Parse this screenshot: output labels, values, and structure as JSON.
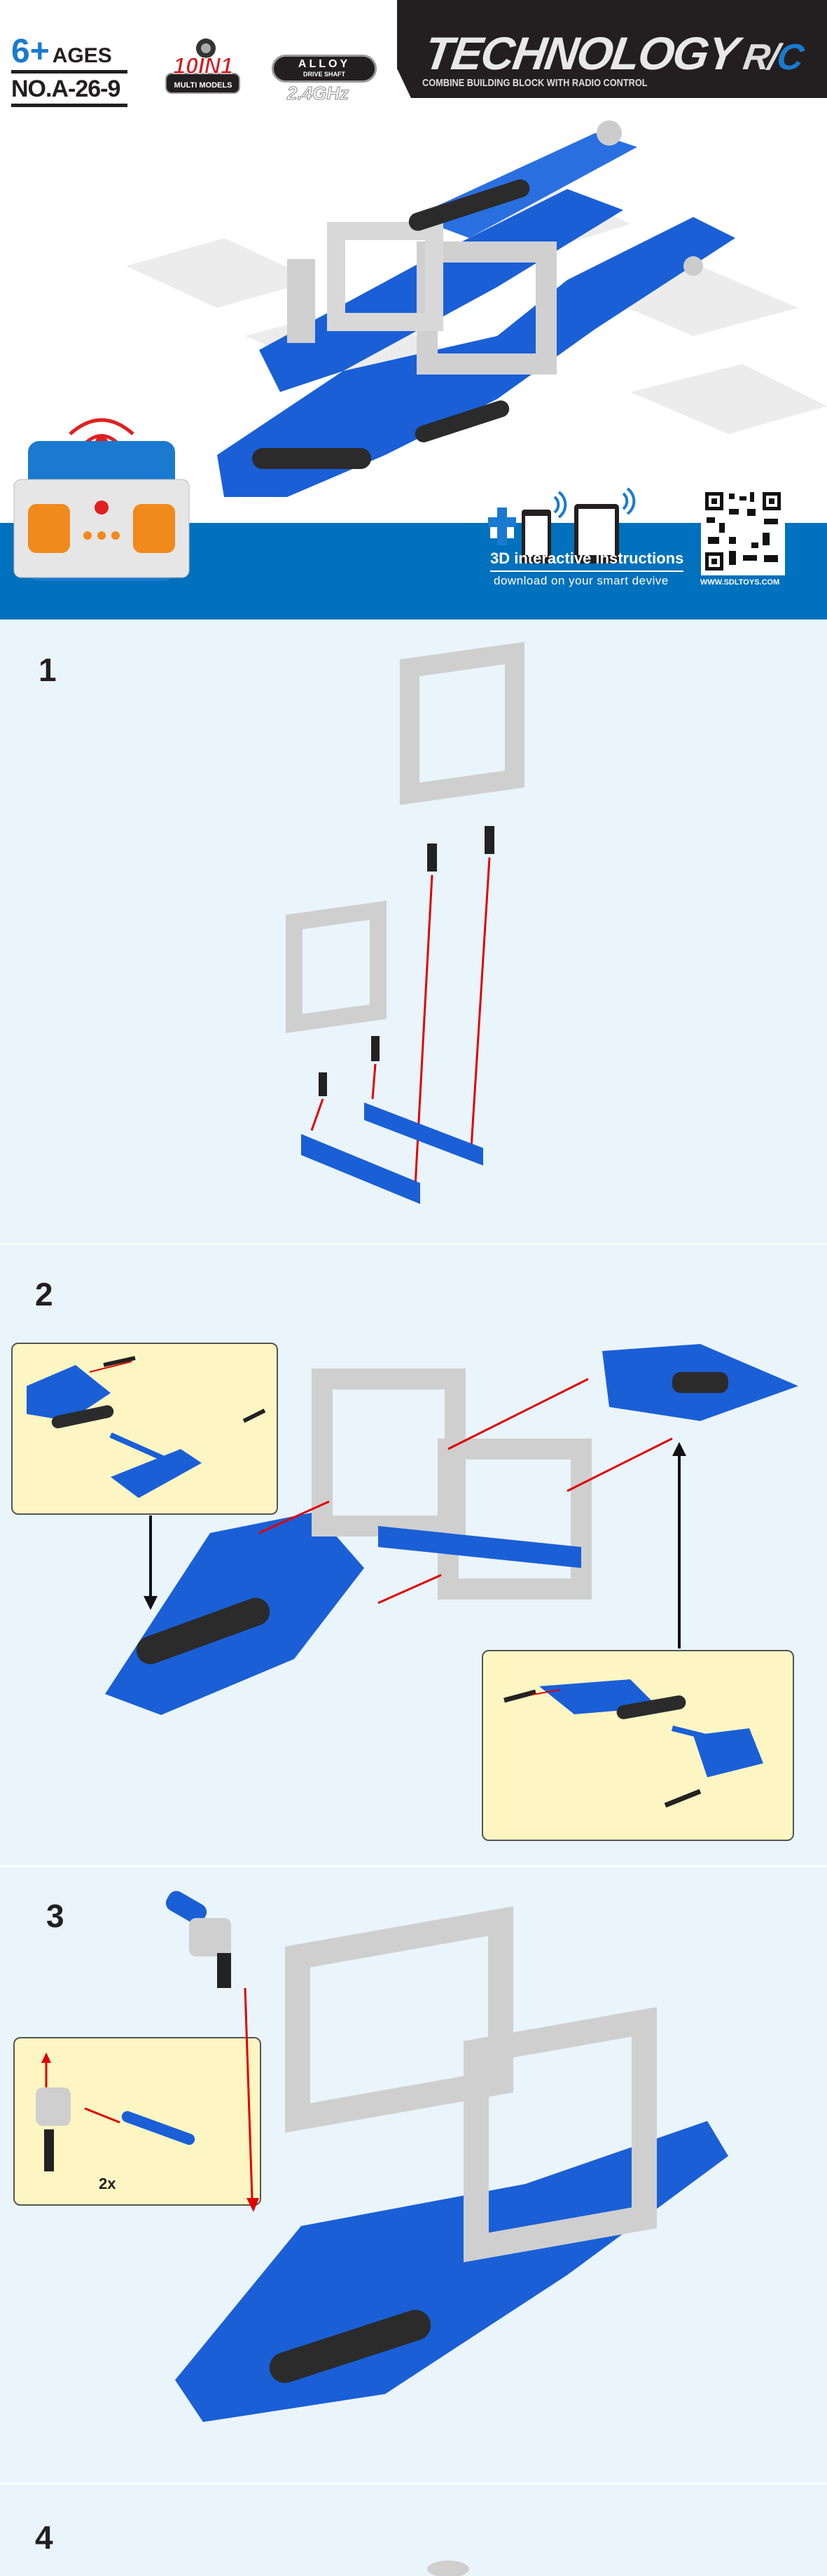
{
  "header": {
    "age_number": "6+",
    "age_label": "AGES",
    "model_number": "NO.A-26-9",
    "badge_models_top": "10IN1",
    "badge_models_bottom": "MULTI MODELS",
    "badge_alloy_top": "ALLOY",
    "badge_alloy_bottom": "DRIVE SHAFT",
    "frequency": "2.4GHz",
    "brand_title": "TECHNOLOGY",
    "brand_rc_r": "R/",
    "brand_rc_c": "C",
    "brand_subtitle": "COMBINE BUILDING BLOCK WITH RADIO CONTROL"
  },
  "app_promo": {
    "title": "3D interactive instructions",
    "subtitle": "download on your smart devive",
    "website": "WWW.SDLTOYS.COM"
  },
  "steps": [
    {
      "number": "1"
    },
    {
      "number": "2"
    },
    {
      "number": "3",
      "callout_quantity": "2x"
    },
    {
      "number": "4"
    }
  ],
  "colors": {
    "brand_blue": "#0071bc",
    "page_bg": "#eaf4fb",
    "arrow_red": "#e00000",
    "callout_bg": "#fdf6c3"
  }
}
